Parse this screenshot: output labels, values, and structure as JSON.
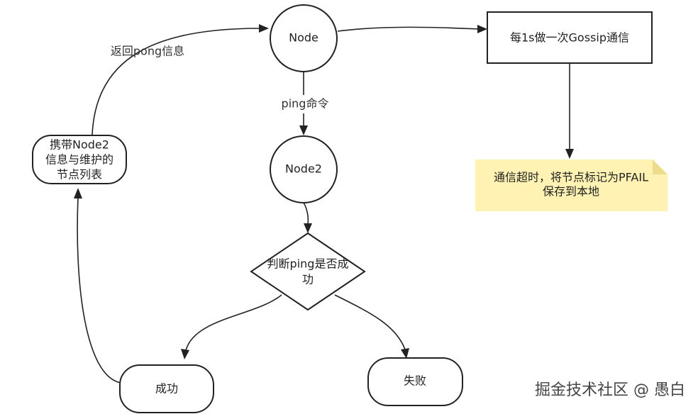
{
  "nodes": {
    "node": "Node",
    "node2": "Node2",
    "gossip_box": "每1s做一次Gossip通信",
    "timeout_note": [
      "通信超时，将节点标记为PFAIL",
      "保存到本地"
    ],
    "decision": [
      "判断ping是否成",
      "功"
    ],
    "success": "成功",
    "fail": "失败",
    "carry_info": [
      "携带Node2",
      "信息与维护的",
      "节点列表"
    ]
  },
  "edges": {
    "ping_cmd": "ping命令",
    "return_pong": "返回pong信息"
  },
  "watermark": "掘金技术社区 @ 愚白",
  "colors": {
    "note_fill": "#fff2b3",
    "stroke": "#222222"
  }
}
